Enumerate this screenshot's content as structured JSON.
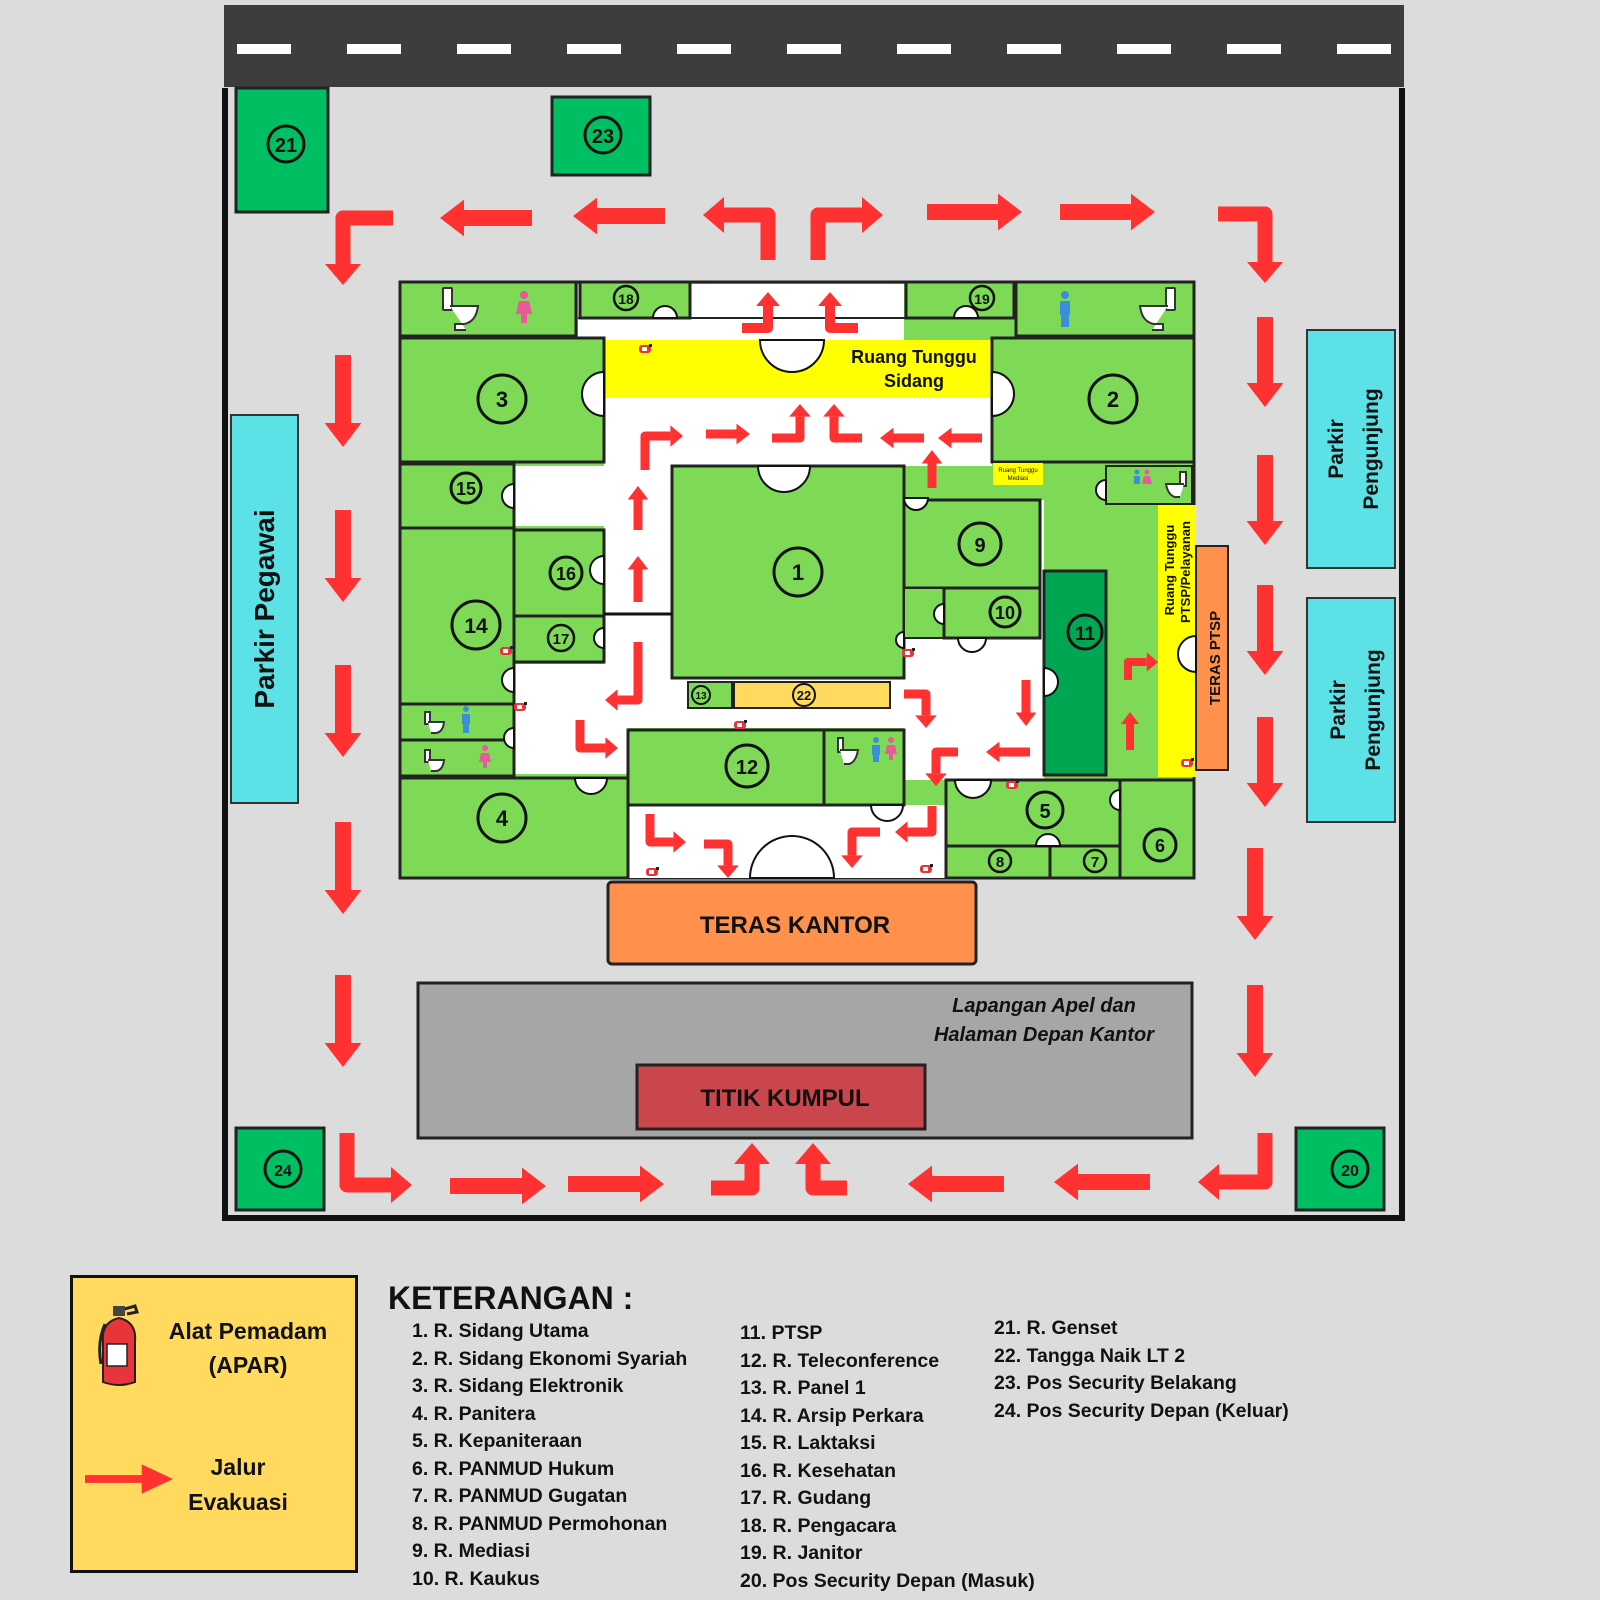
{
  "title": "",
  "rooms": {
    "r1": "1",
    "r2": "2",
    "r3": "3",
    "r4": "4",
    "r5": "5",
    "r6": "6",
    "r7": "7",
    "r8": "8",
    "r9": "9",
    "r10": "10",
    "r11": "11",
    "r12": "12",
    "r13": "13",
    "r14": "14",
    "r15": "15",
    "r16": "16",
    "r17": "17",
    "r18": "18",
    "r19": "19",
    "r20": "20",
    "r21": "21",
    "r22": "22",
    "r23": "23",
    "r24": "24"
  },
  "labels": {
    "ruang_tunggu_sidang_1": "Ruang Tunggu",
    "ruang_tunggu_sidang_2": "Sidang",
    "ruang_tunggu_mediasi_1": "Ruang Tunggu",
    "ruang_tunggu_mediasi_2": "Mediasi",
    "ruang_tunggu_ptsp_1": "Ruang Tunggu",
    "ruang_tunggu_ptsp_2": "PTSP/Pelayanan",
    "teras_ptsp": "TERAS PTSP",
    "teras_kantor": "TERAS KANTOR",
    "lapangan_1": "Lapangan Apel dan",
    "lapangan_2": "Halaman Depan Kantor",
    "titik_kumpul": "TITIK KUMPUL",
    "parkir_pegawai": "Parkir Pegawai",
    "parkir_pengunjung_1a": "Parkir",
    "parkir_pengunjung_1b": "Pengunjung",
    "parkir_pengunjung_2a": "Parkir",
    "parkir_pengunjung_2b": "Pengunjung"
  },
  "legend": {
    "apar_1": "Alat Pemadam",
    "apar_2": "(APAR)",
    "jalur_1": "Jalur",
    "jalur_2": "Evakuasi"
  },
  "keterangan": {
    "title": "KETERANGAN :",
    "col1": [
      "1. R. Sidang Utama",
      "2. R. Sidang Ekonomi Syariah",
      "3. R. Sidang Elektronik",
      "4. R. Panitera",
      "5. R. Kepaniteraan",
      "6. R. PANMUD Hukum",
      "7. R. PANMUD Gugatan",
      "8. R. PANMUD Permohonan",
      "9. R. Mediasi",
      "10. R. Kaukus"
    ],
    "col2": [
      "11. PTSP",
      "12. R. Teleconference",
      "13. R. Panel 1",
      "14. R. Arsip Perkara",
      "15. R. Laktaksi",
      "16. R. Kesehatan",
      "17. R. Gudang",
      "18. R. Pengacara",
      "19. R. Janitor",
      "20. Pos Security  Depan (Masuk)"
    ],
    "col3": [
      "21. R. Genset",
      "22. Tangga Naik LT 2",
      "23. Pos Security  Belakang",
      "24. Pos Security Depan (Keluar)"
    ]
  },
  "colors": {
    "road": "#3d3d3d",
    "room_green": "#7ed957",
    "security_green": "#00bf63",
    "ptsp_green": "#00a651",
    "waiting_yellow": "#ffff00",
    "cyan_parking": "#5ce1e6",
    "teras_orange": "#ff914d",
    "titik_kumpul_red": "#c9474c",
    "yard_gray": "#a6a6a6",
    "arrow_red": "#ff3131",
    "legend_yellow": "#ffda5e"
  }
}
